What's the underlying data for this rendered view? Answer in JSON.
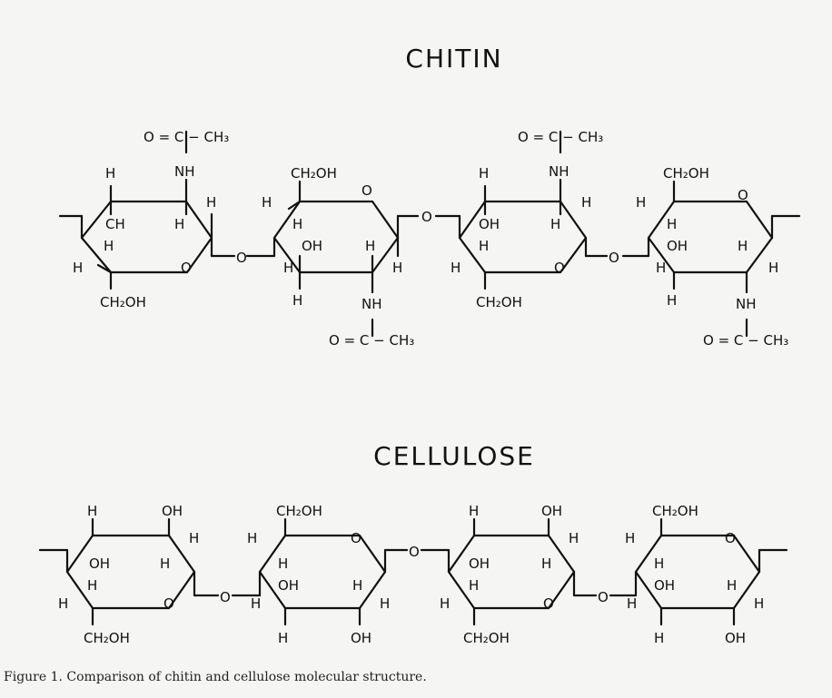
{
  "figure": {
    "top_title": "CHITIN",
    "bottom_title": "CELLULOSE",
    "caption": "Figure 1. Comparison of chitin and cellulose molecular structure.",
    "atoms": {
      "h": "H",
      "oh": "OH",
      "o": "O",
      "ch": "CH",
      "nh": "NH",
      "ch2oh": "CH₂OH",
      "acetyl": "O = C − CH₃"
    }
  },
  "chitin": {
    "units": [
      {
        "orientation": "down",
        "ch2oh_side": "bottom",
        "substituent": "NHAc-top",
        "inner_left": "CH"
      },
      {
        "orientation": "up",
        "ch2oh_side": "top",
        "substituent": "NHAc-bottom",
        "inner_left": "OH"
      },
      {
        "orientation": "down",
        "ch2oh_side": "bottom",
        "substituent": "NHAc-top",
        "inner_left": "OH"
      },
      {
        "orientation": "up",
        "ch2oh_side": "top",
        "substituent": "NHAc-bottom",
        "inner_left": "OH"
      }
    ]
  },
  "cellulose": {
    "units": [
      {
        "orientation": "down",
        "ch2oh_side": "bottom",
        "substituent": "OH"
      },
      {
        "orientation": "up",
        "ch2oh_side": "top",
        "substituent": "OH"
      },
      {
        "orientation": "down",
        "ch2oh_side": "bottom",
        "substituent": "OH"
      },
      {
        "orientation": "up",
        "ch2oh_side": "top",
        "substituent": "OH"
      }
    ]
  }
}
